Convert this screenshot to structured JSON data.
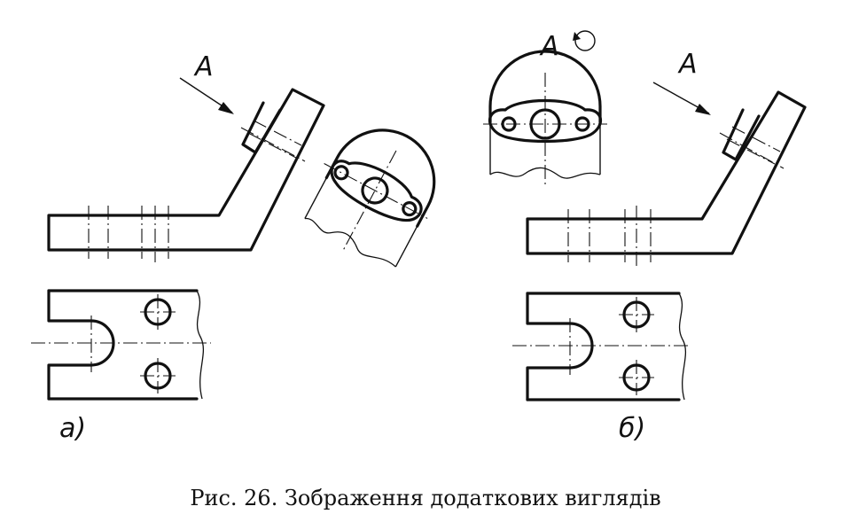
{
  "figure": {
    "caption": "Рис. 26. Зображення додаткових виглядів",
    "view_label_a": "A",
    "view_label_b": "A",
    "view_label_b_rotated": "A",
    "variant_a_label": "а)",
    "variant_b_label": "б)"
  },
  "colors": {
    "ink": "#111111",
    "paper": "#ffffff"
  }
}
